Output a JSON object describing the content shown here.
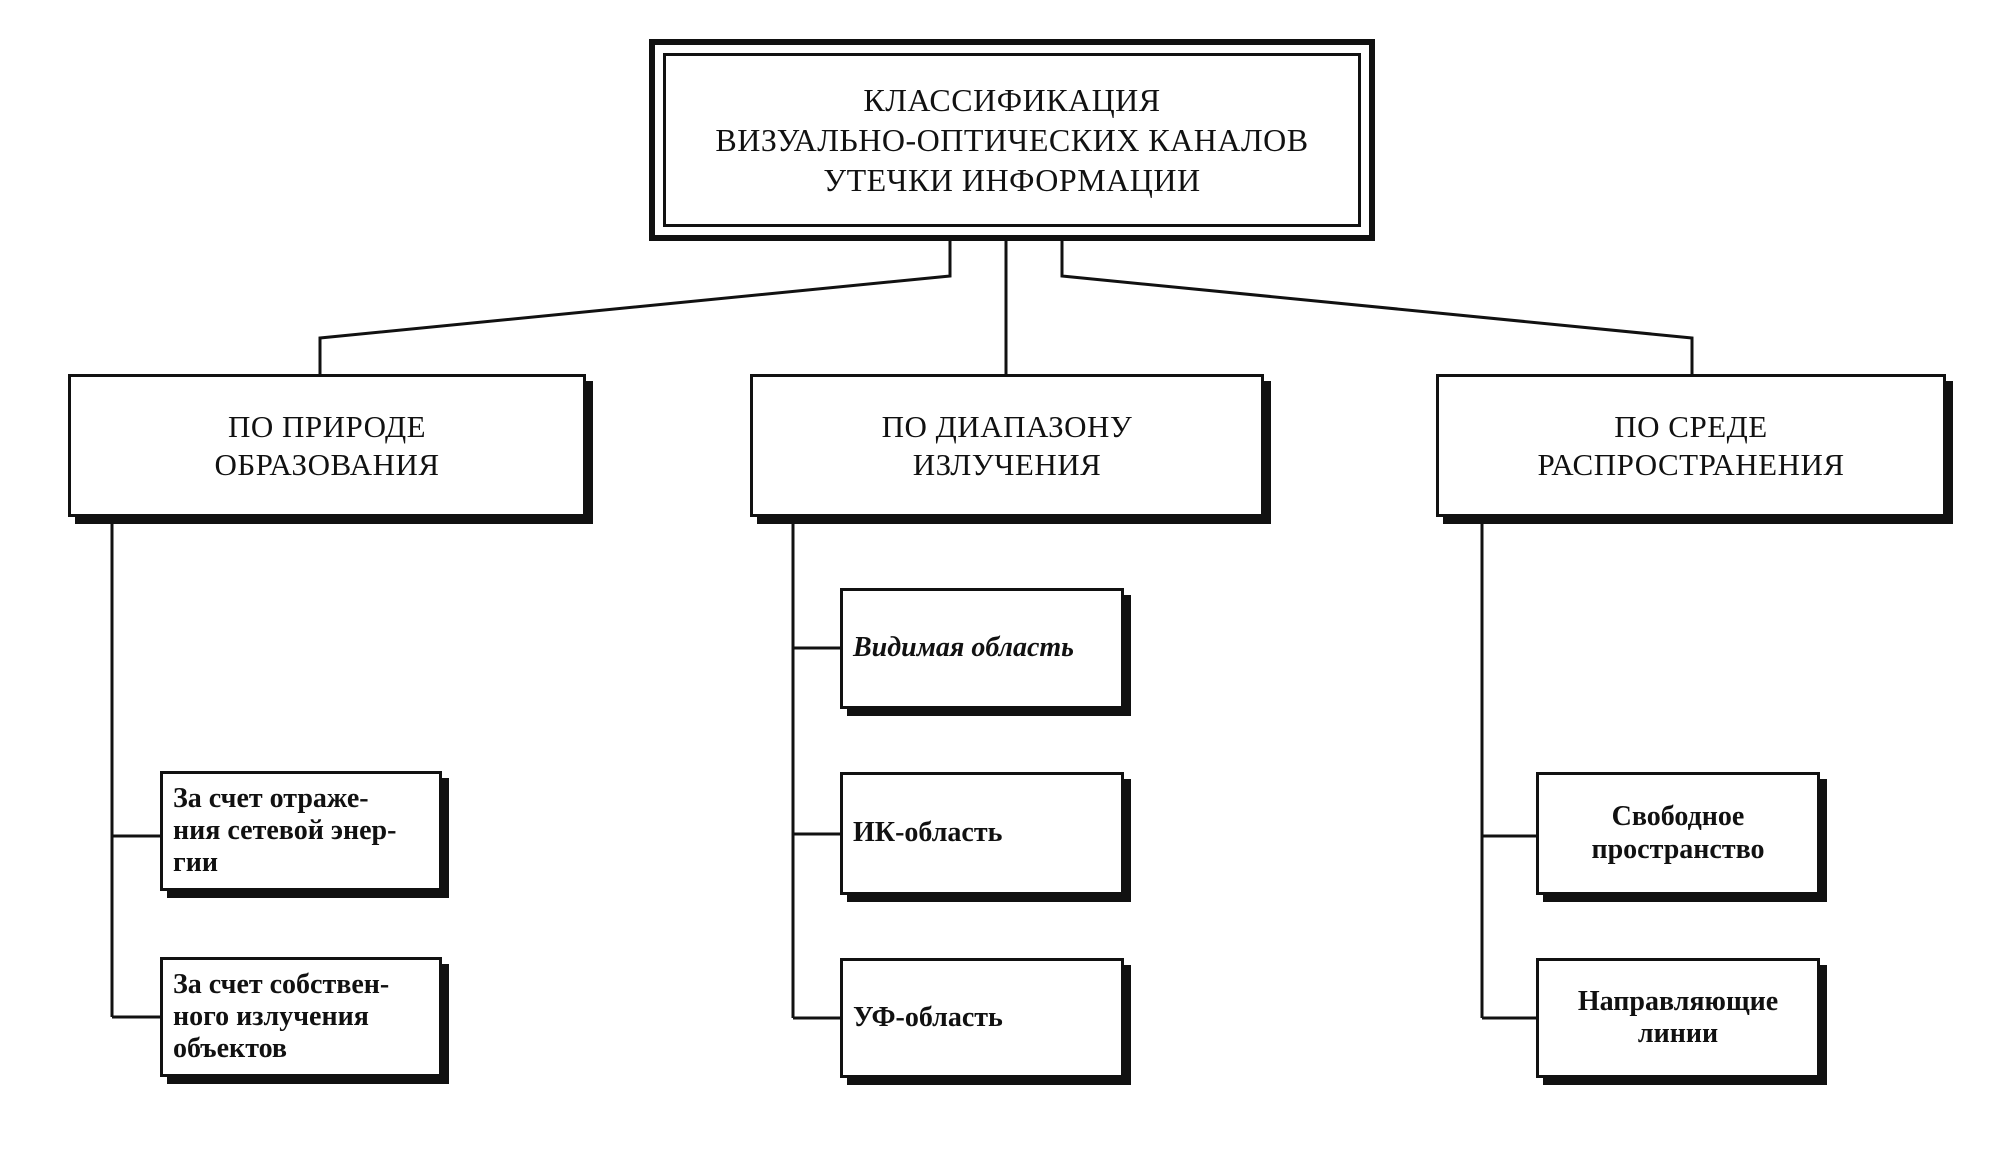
{
  "root": {
    "title": "КЛАССИФИКАЦИЯ\nВИЗУАЛЬНО-ОПТИЧЕСКИХ    КАНАЛОВ\nУТЕЧКИ   ИНФОРМАЦИИ"
  },
  "categories": [
    {
      "label": "ПО  ПРИРОДЕ\nОБРАЗОВАНИЯ",
      "items": [
        "За  счет  отраже-\nния сетевой энер-\nгии",
        "За счет собствен-\nного  излучения\nобъектов"
      ]
    },
    {
      "label": "ПО  ДИАПАЗОНУ\nИЗЛУЧЕНИЯ",
      "items": [
        "Видимая  область",
        "ИК-область",
        "УФ-область"
      ]
    },
    {
      "label": "ПО  СРЕДЕ\nРАСПРОСТРАНЕНИЯ",
      "items": [
        "Свободное\nпространство",
        "Направляющие\nлинии"
      ]
    }
  ]
}
